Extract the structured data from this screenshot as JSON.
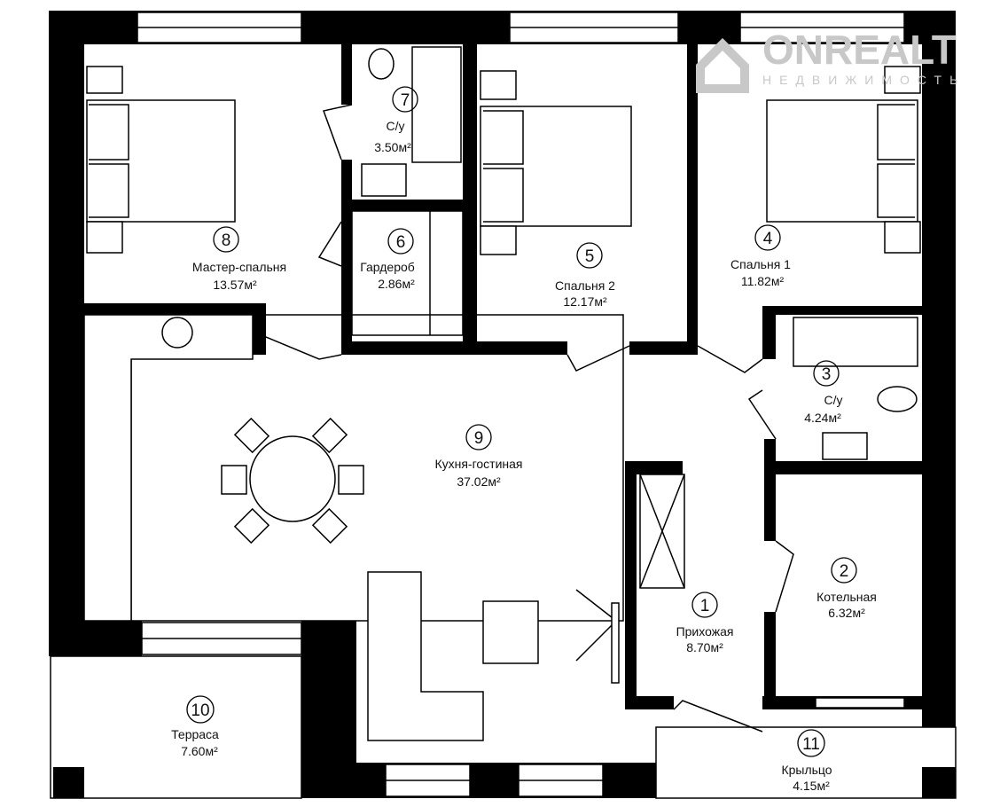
{
  "watermark": {
    "brand": "ONREALT",
    "tagline": "НЕДВИЖИМОСТЬ"
  },
  "rooms": [
    {
      "number": "1",
      "name": "Прихожая",
      "area": "8.70м²"
    },
    {
      "number": "2",
      "name": "Котельная",
      "area": "6.32м²"
    },
    {
      "number": "3",
      "name": "С/у",
      "area": "4.24м²"
    },
    {
      "number": "4",
      "name": "Спальня 1",
      "area": "11.82м²"
    },
    {
      "number": "5",
      "name": "Спальня 2",
      "area": "12.17м²"
    },
    {
      "number": "6",
      "name": "Гардероб",
      "area": "2.86м²"
    },
    {
      "number": "7",
      "name": "С/у",
      "area": "3.50м²"
    },
    {
      "number": "8",
      "name": "Мастер-спальня",
      "area": "13.57м²"
    },
    {
      "number": "9",
      "name": "Кухня-гостиная",
      "area": "37.02м²"
    },
    {
      "number": "10",
      "name": "Терраса",
      "area": "7.60м²"
    },
    {
      "number": "11",
      "name": "Крыльцо",
      "area": "4.15м²"
    }
  ]
}
